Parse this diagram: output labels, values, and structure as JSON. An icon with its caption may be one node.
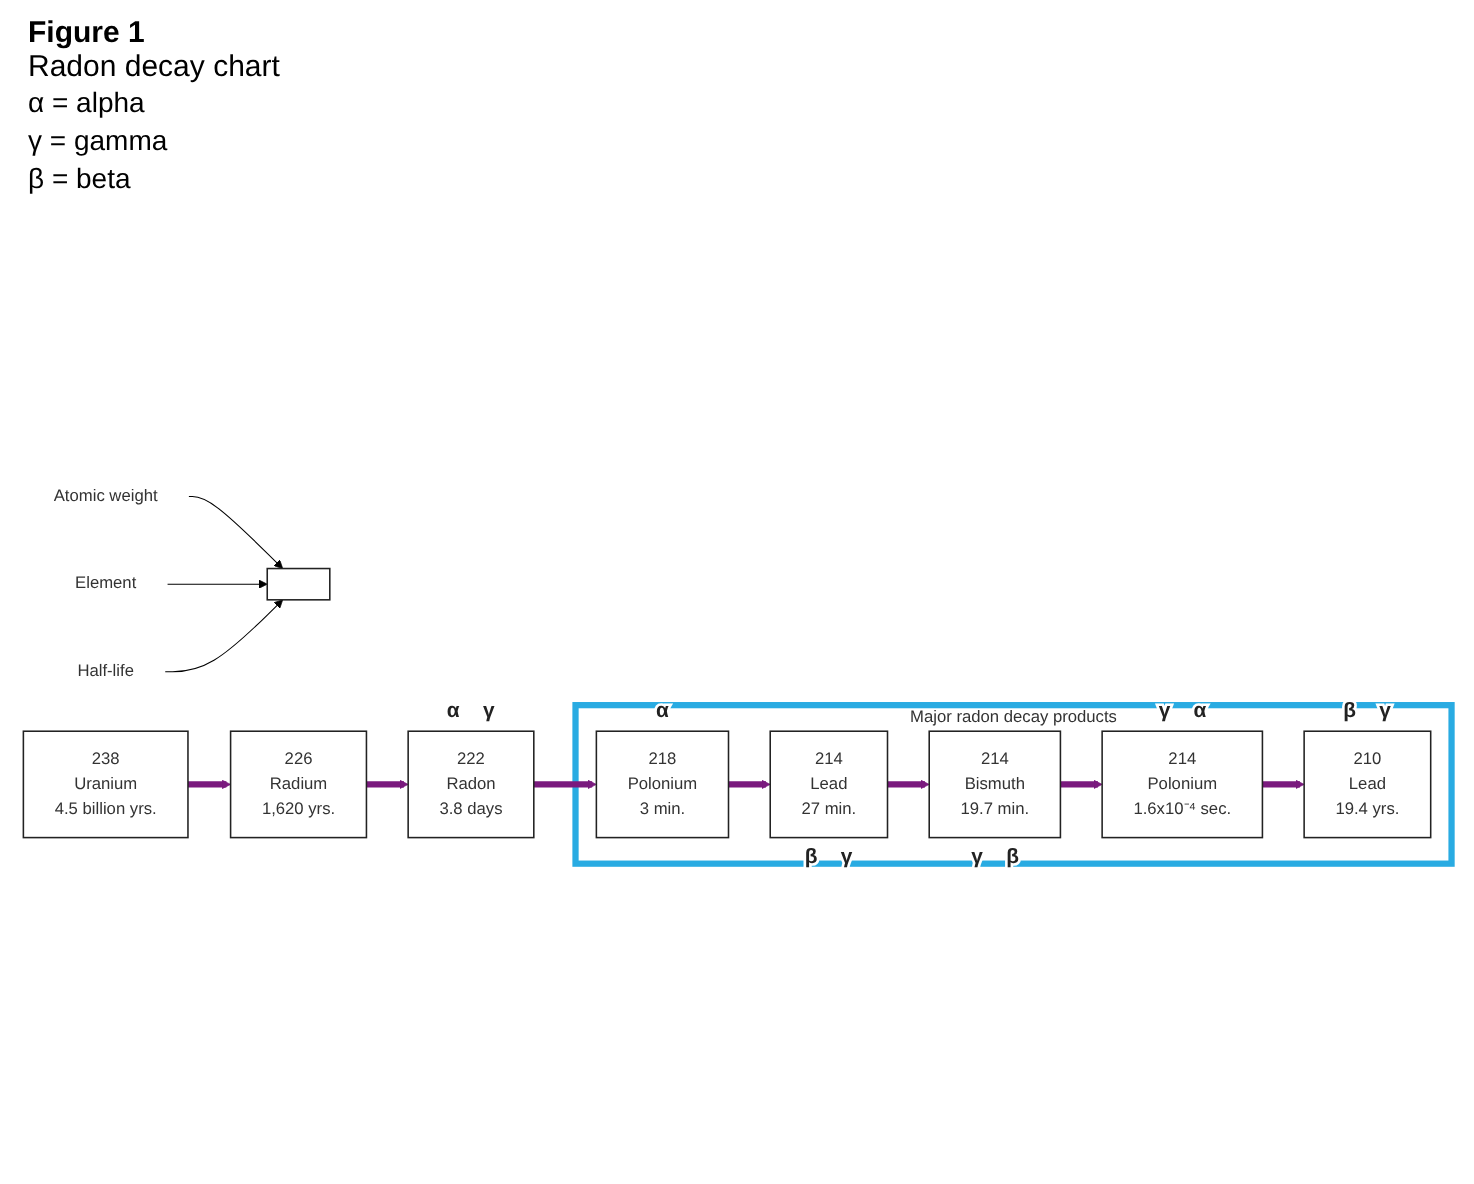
{
  "diagram": {
    "title": "Figure 1",
    "caption": "Radon decay chart",
    "nodes": [
      {
        "text": [],
        "shape": "box"
      },
      {
        "text": [
          "Atomic weight"
        ]
      },
      {
        "text": [
          "Element"
        ]
      },
      {
        "text": [
          "Half-life"
        ]
      },
      {
        "text": [
          "Major radon decay products"
        ]
      },
      {
        "text": [
          "214",
          "Polonium",
          "1.6x10⁻⁴ sec."
        ],
        "in": 4,
        "beside": [
          "γ",
          "α"
        ]
      },
      {
        "text": [
          "210",
          "Lead",
          "19.4 yrs."
        ],
        "in": 4,
        "beside": [
          "β",
          "γ"
        ]
      },
      {
        "text": [
          "214",
          "Bismuth",
          "19.7 min."
        ],
        "in": 4,
        "beside": [
          "γ",
          "β"
        ]
      },
      {
        "text": [
          "238",
          "Uranium",
          "4.5 billion yrs."
        ]
      },
      {
        "text": [
          "226",
          "Radium",
          "1,620 yrs."
        ]
      },
      {
        "text": [
          "222",
          "Radon",
          "3.8 days"
        ],
        "beside": [
          "α",
          "γ"
        ]
      },
      {
        "text": [
          "218",
          "Polonium",
          "3 min."
        ],
        "in": 4,
        "beside": [
          "α"
        ]
      },
      {
        "text": [
          "214",
          "Lead",
          "27 min."
        ],
        "in": 4,
        "beside": [
          "β",
          "γ"
        ]
      }
    ],
    "edges": [
      {
        "from": 1,
        "to": 0,
        "arrow": "to",
        "color": "#000000"
      },
      {
        "from": 2,
        "to": 0,
        "arrow": "to",
        "color": "#000000"
      },
      {
        "from": 3,
        "to": 0,
        "arrow": "to",
        "color": "#000000"
      },
      {
        "from": 8,
        "to": 9,
        "arrow": "to",
        "color": "#7a1a7e"
      },
      {
        "from": 9,
        "to": 10,
        "arrow": "to",
        "color": "#7a1a7e"
      },
      {
        "from": 10,
        "to": 11,
        "arrow": "to",
        "color": "#7a1a7e"
      },
      {
        "from": 11,
        "to": 12,
        "arrow": "to",
        "color": "#7a1a7e"
      },
      {
        "from": 12,
        "to": 7,
        "arrow": "to",
        "color": "#7a1a7e"
      },
      {
        "from": 7,
        "to": 5,
        "arrow": "to",
        "color": "#7a1a7e"
      },
      {
        "from": 5,
        "to": 6,
        "arrow": "to",
        "color": "#7a1a7e"
      }
    ],
    "labels": [
      "α = alpha",
      "γ = gamma",
      "β = beta"
    ]
  }
}
